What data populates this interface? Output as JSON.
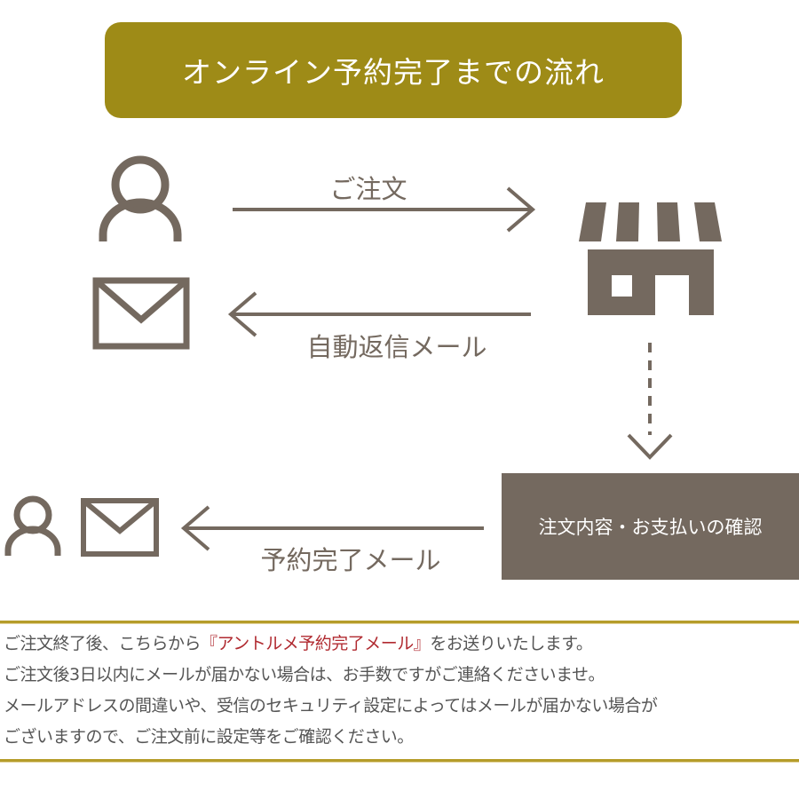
{
  "title": "オンライン予約完了までの流れ",
  "flow": {
    "order_label": "ご注文",
    "auto_reply_label": "自動返信メール",
    "confirm_box_label": "注文内容・お支払いの確認",
    "completion_mail_label": "予約完了メール"
  },
  "notes": {
    "line1_a": "ご注文終了後、こちらから",
    "line1_highlight": "『アントルメ予約完了メール』",
    "line1_b": "をお送りいたします。",
    "line2": "ご注文後3日以内にメールが届かない場合は、お手数ですがご連絡くださいませ。",
    "line3": "メールアドレスの間違いや、受信のセキュリティ設定によってはメールが届かない場合が",
    "line4": "ございますので、ご注文前に設定等をご確認ください。"
  },
  "colors": {
    "accent": "#9e8b17",
    "icon": "#74695f",
    "highlight": "#b02a30"
  }
}
